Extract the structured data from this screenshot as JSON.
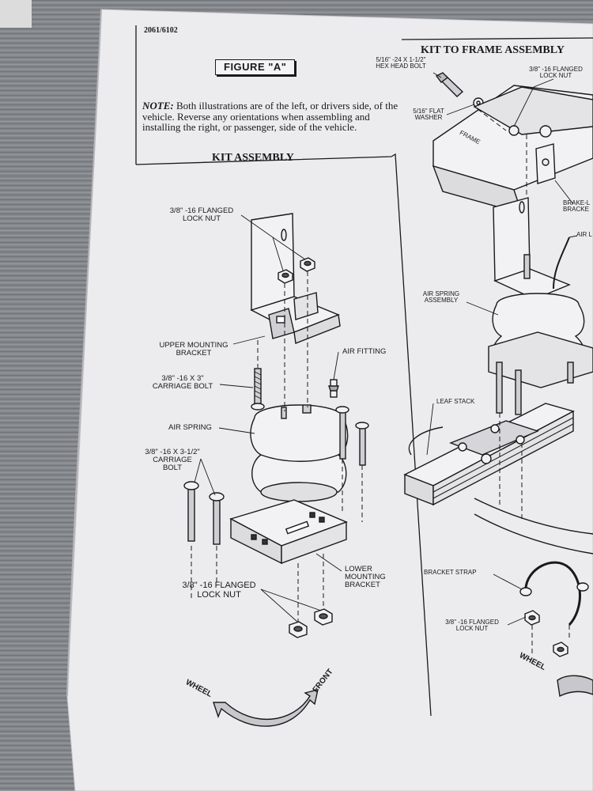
{
  "document": {
    "doc_number": "2061/6102",
    "figure_label": "FIGURE \"A\"",
    "note_label": "NOTE:",
    "note_text": "Both illustrations are of the left, or drivers side, of the vehicle. Reverse any orientations when assembling and installing the right, or passenger, side of the vehicle."
  },
  "kit_assembly": {
    "title": "KIT ASSEMBLY",
    "labels": {
      "lock_nut_top_1": "3/8\" -16 FLANGED",
      "lock_nut_top_2": "LOCK NUT",
      "upper_bracket_1": "UPPER MOUNTING",
      "upper_bracket_2": "BRACKET",
      "air_fitting": "AIR FITTING",
      "carriage_bolt_3_1": "3/8\" -16 x 3\"",
      "carriage_bolt_3_2": "CARRIAGE BOLT",
      "air_spring": "AIR SPRING",
      "carriage_bolt_35_1": "3/8\" -16 x 3-1/2\"",
      "carriage_bolt_35_2": "CARRIAGE",
      "carriage_bolt_35_3": "BOLT",
      "lower_bracket_1": "LOWER",
      "lower_bracket_2": "MOUNTING",
      "lower_bracket_3": "BRACKET",
      "lock_nut_bottom_1": "3/8\" -16 FLANGED",
      "lock_nut_bottom_2": "LOCK NUT",
      "wheel": "WHEEL",
      "front": "FRONT"
    }
  },
  "kit_to_frame": {
    "title": "KIT TO FRAME ASSEMBLY",
    "labels": {
      "hex_bolt_1": "5/16\" -24 x 1-1/2\"",
      "hex_bolt_2": "HEX HEAD BOLT",
      "flat_washer_1": "5/16\" FLAT",
      "flat_washer_2": "WASHER",
      "lock_nut_1": "3/8\" -16 FLANGED",
      "lock_nut_2": "LOCK NUT",
      "frame": "FRAME",
      "brake_bracket_1": "BRAKE-L",
      "brake_bracket_2": "BRACKE",
      "air_line": "AIR L",
      "air_spring_1": "AIR SPRING",
      "air_spring_2": "ASSEMBLY",
      "leaf_stack": "LEAF STACK",
      "bracket_strap": "BRACKET STRAP",
      "lock_nut_bottom_1": "3/8\" -16 FLANGED",
      "lock_nut_bottom_2": "LOCK NUT",
      "wheel": "WHEEL"
    }
  },
  "colors": {
    "paper": "#ececef",
    "ink": "#1a1a1a",
    "desk": "#7f8286"
  }
}
